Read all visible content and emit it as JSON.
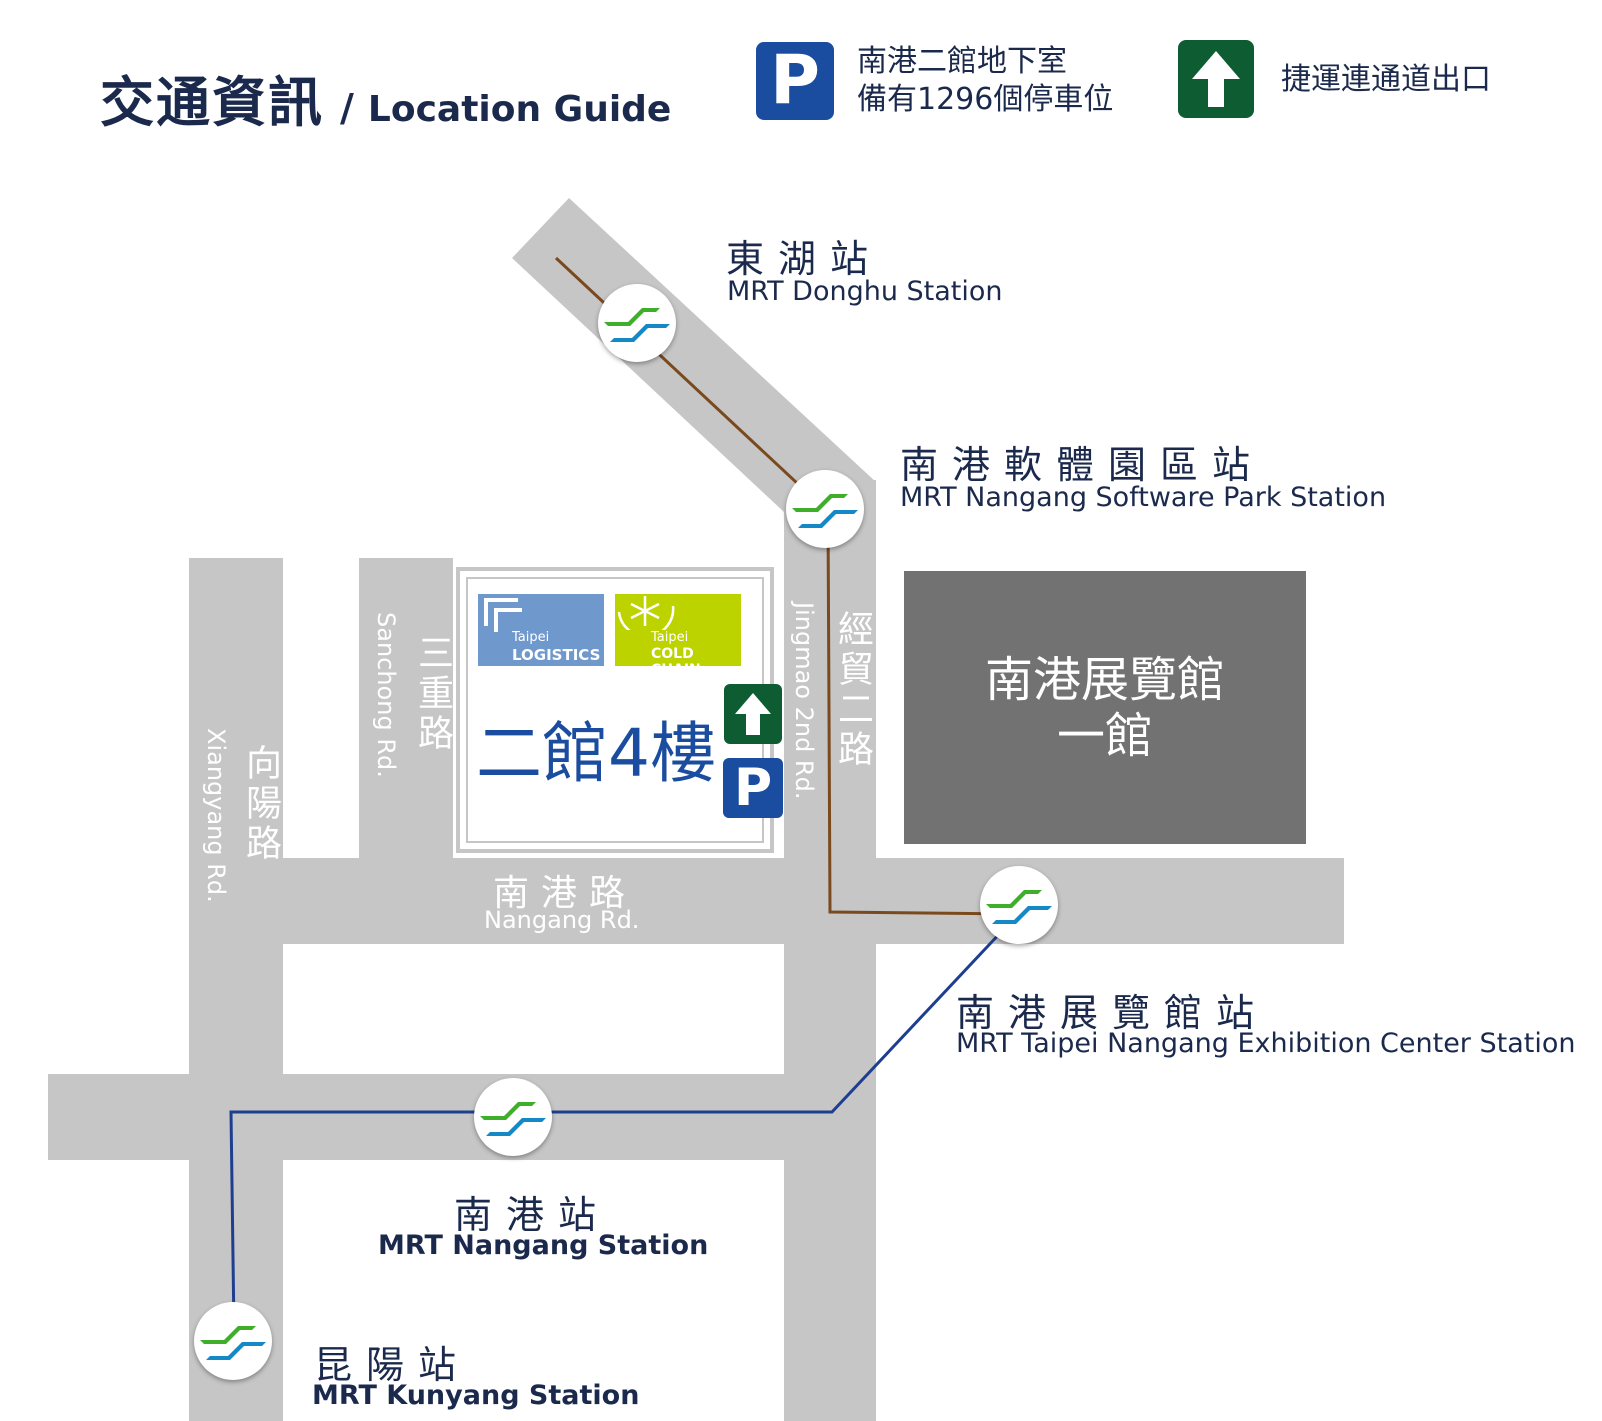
{
  "header": {
    "title_zh": "交通資訊",
    "separator": "/",
    "title_en": "Location Guide"
  },
  "legend": {
    "parking_symbol": "P",
    "parking_line1": "南港二館地下室",
    "parking_line2": "備有1296個停車位",
    "exit_label": "捷運連通道出口"
  },
  "buildings": {
    "hall2": {
      "logistics_logo_small": "Taipei",
      "logistics_logo_big": "LOGISTICS",
      "coldchain_logo_small": "Taipei",
      "coldchain_logo_big": "COLD CHAIN",
      "name": "二館4樓",
      "parking_symbol": "P"
    },
    "hall1": {
      "line1": "南港展覽館",
      "line2": "一館"
    }
  },
  "stations": {
    "donghu": {
      "zh": "東湖站",
      "en": "MRT Donghu Station"
    },
    "software_park": {
      "zh": "南港軟體園區站",
      "en": "MRT Nangang Software Park Station"
    },
    "exhibition": {
      "zh": "南港展覽館站",
      "en": "MRT Taipei Nangang Exhibition Center Station"
    },
    "nangang": {
      "zh": "南港站",
      "en": "MRT Nangang Station"
    },
    "kunyang": {
      "zh": "昆陽站",
      "en": "MRT Kunyang Station"
    }
  },
  "roads": {
    "nangang_rd": {
      "zh": "南港路",
      "en": "Nangang Rd."
    },
    "sanchong_rd": {
      "zh": "三重路",
      "en": "Sanchong Rd."
    },
    "xiangyang_rd": {
      "zh": "向陽路",
      "en": "Xiangyang Rd."
    },
    "jingmao_rd": {
      "zh": "經貿二路",
      "en": "Jingmao 2nd Rd."
    }
  },
  "colors": {
    "road": "#c6c6c6",
    "brown_line": "#7a4a1e",
    "blue_line": "#1e3f8f",
    "title": "#1b2a4c",
    "parking_blue": "#1a4da0",
    "exit_green": "#0d5c32",
    "hall1_gray": "#737272",
    "logistics_blue": "#6f98cd",
    "coldchain_green": "#bcd300",
    "mrt_green": "#3fae2a",
    "mrt_blue": "#1589c6"
  },
  "icons": {
    "parking": "parking-icon",
    "exit": "up-arrow-exit-icon",
    "mrt": "mrt-logo-icon"
  }
}
